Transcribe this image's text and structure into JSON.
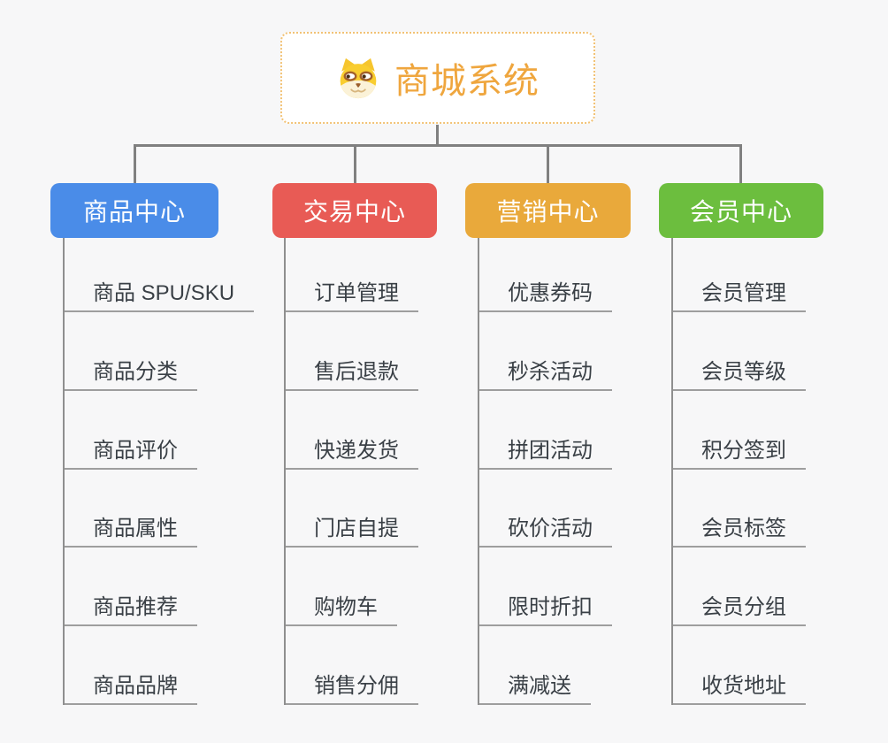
{
  "canvas": {
    "background": "#F7F7F8"
  },
  "root": {
    "title": "商城系统",
    "icon": "dog-face-icon",
    "text_color": "#EFA63E",
    "border_color": "#F2C275",
    "background": "#FFFFFF"
  },
  "connector_color": "#808080",
  "leaf_line_color": "#9E9E9E",
  "leaf_text_color": "#3A4046",
  "branches": [
    {
      "label": "商品中心",
      "color": "#4A8CE8",
      "children": [
        "商品 SPU/SKU",
        "商品分类",
        "商品评价",
        "商品属性",
        "商品推荐",
        "商品品牌"
      ]
    },
    {
      "label": "交易中心",
      "color": "#E85B55",
      "children": [
        "订单管理",
        "售后退款",
        "快递发货",
        "门店自提",
        "购物车",
        "销售分佣"
      ]
    },
    {
      "label": "营销中心",
      "color": "#E9A93B",
      "children": [
        "优惠券码",
        "秒杀活动",
        "拼团活动",
        "砍价活动",
        "限时折扣",
        "满减送"
      ]
    },
    {
      "label": "会员中心",
      "color": "#6CBE3E",
      "children": [
        "会员管理",
        "会员等级",
        "积分签到",
        "会员标签",
        "会员分组",
        "收货地址"
      ]
    }
  ]
}
